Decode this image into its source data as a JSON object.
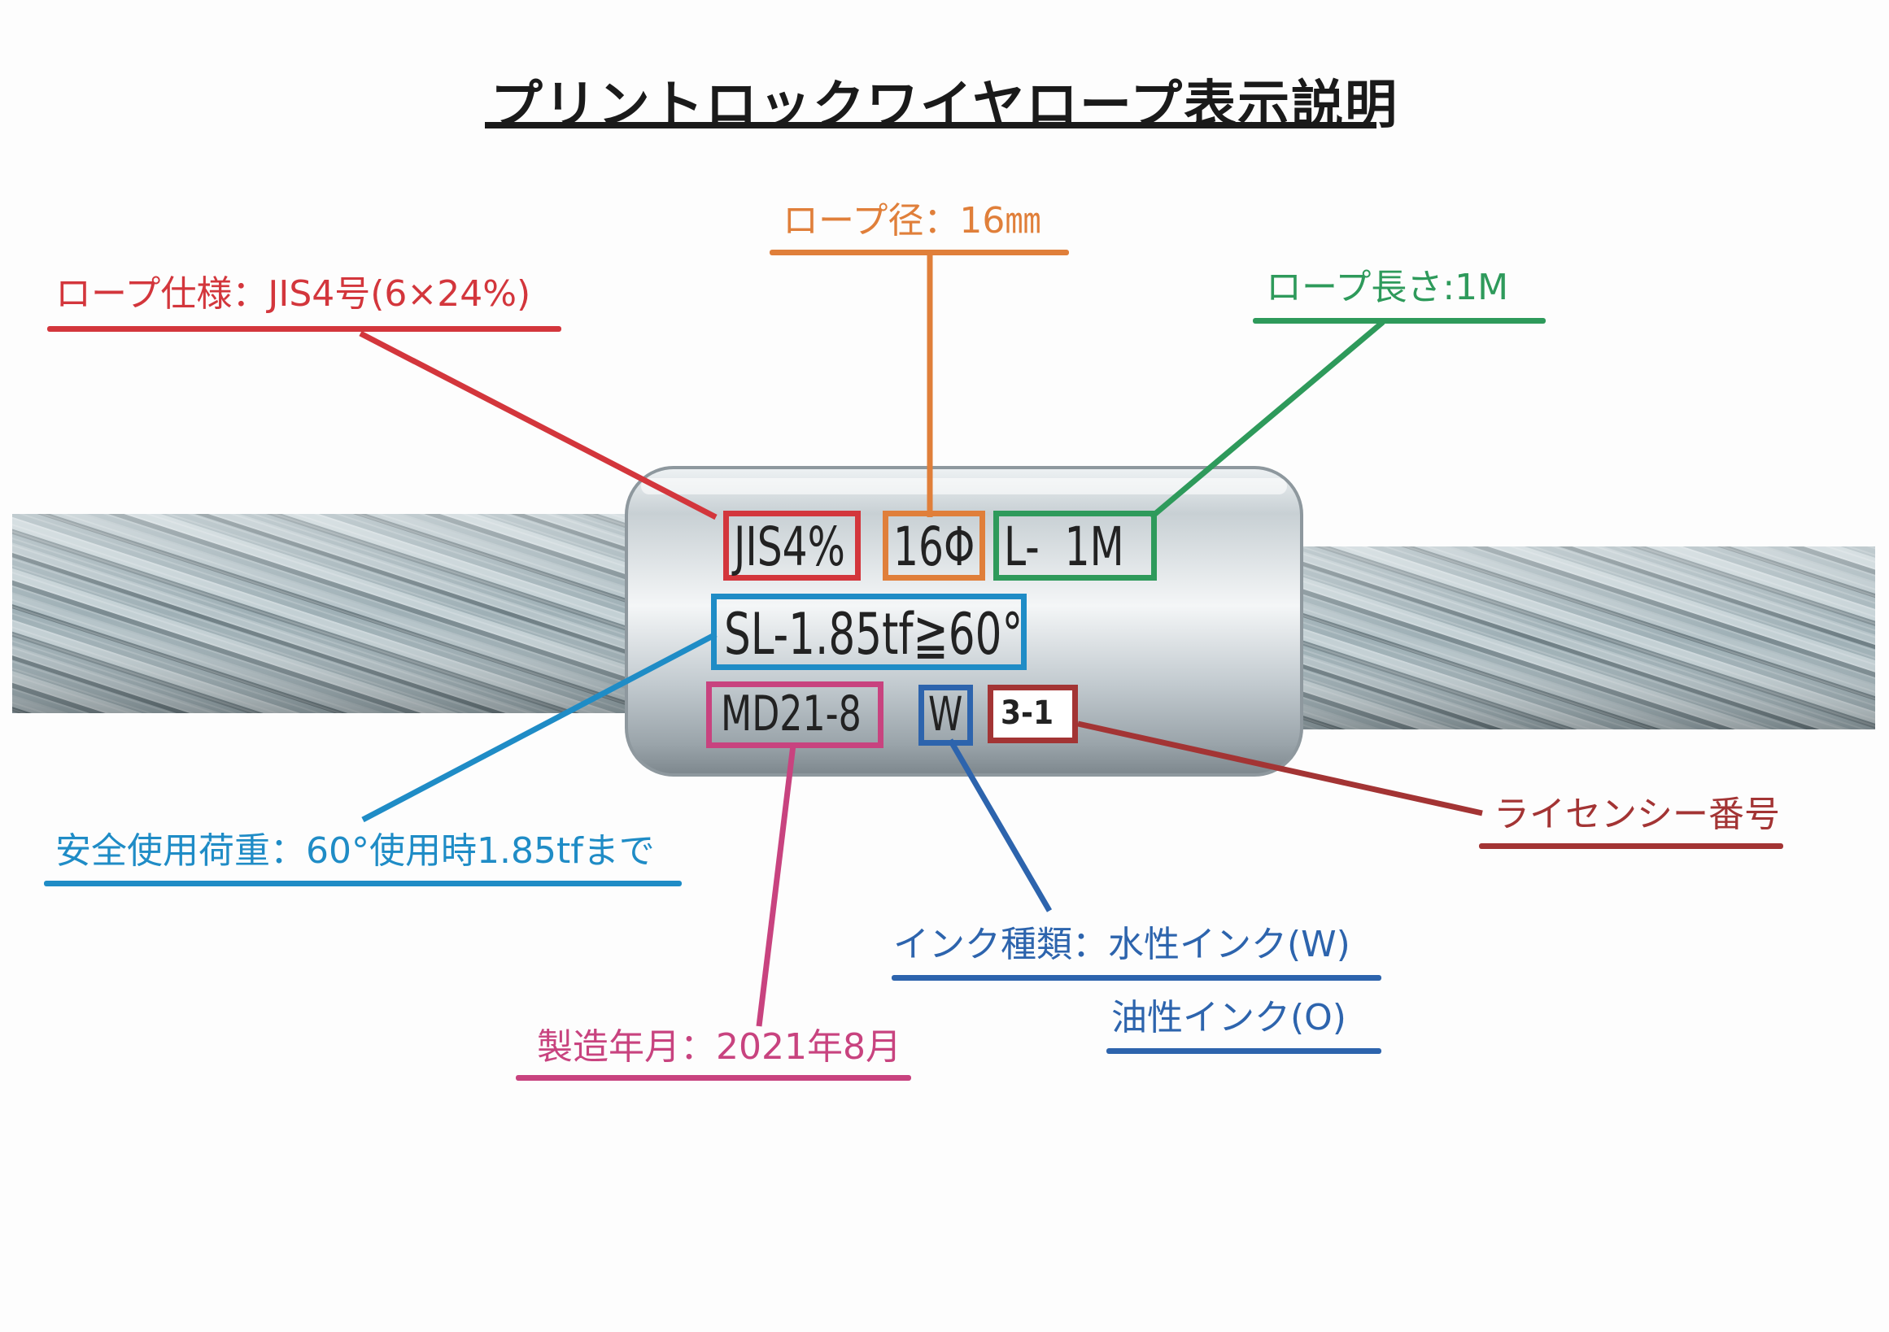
{
  "title": "プリントロックワイヤロープ表示説明",
  "colors": {
    "red": "#d3363c",
    "orange": "#e07f3a",
    "green": "#2e9a5b",
    "cyan": "#1f8cc6",
    "magenta": "#c8437f",
    "blue": "#2d64ad",
    "brown": "#a33434",
    "dark": "#1a1a1a"
  },
  "callouts": {
    "rope_spec": "ロープ仕様：JIS4号(6×24%)",
    "rope_diameter": "ロープ径：16㎜",
    "rope_length": "ロープ長さ:1M",
    "safe_load": "安全使用荷重：60°使用時1.85tfまで",
    "licensee": "ライセンシー番号",
    "ink_type": "インク種類：水性インク(W)",
    "ink_oil": "油性インク(O)",
    "manufacture_date": "製造年月：2021年8月"
  },
  "stamps": {
    "jis": "JIS4%",
    "diameter": "16Φ",
    "length": "L-  1M",
    "load": "SL-1.85tf≧60°",
    "date_code": "MD21-8",
    "ink": "W",
    "licensee_no": "3-1"
  }
}
